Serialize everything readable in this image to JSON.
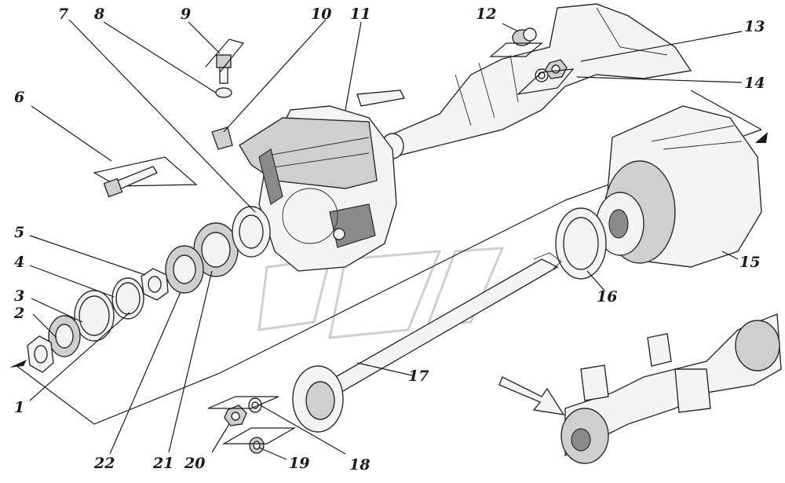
{
  "labels": {
    "l1": "1",
    "l2": "2",
    "l3": "3",
    "l4": "4",
    "l5": "5",
    "l6": "6",
    "l7": "7",
    "l8": "8",
    "l9": "9",
    "l10": "10",
    "l11": "11",
    "l12": "12",
    "l13": "13",
    "l14": "14",
    "l15": "15",
    "l16": "16",
    "l17": "17",
    "l18": "18",
    "l19": "19",
    "l20": "20",
    "l21": "21",
    "l22": "22"
  },
  "colors": {
    "ink": "#1a1a1a",
    "light": "#f4f4f4",
    "mid": "#cfcfcf",
    "dark": "#8a8a8a"
  }
}
